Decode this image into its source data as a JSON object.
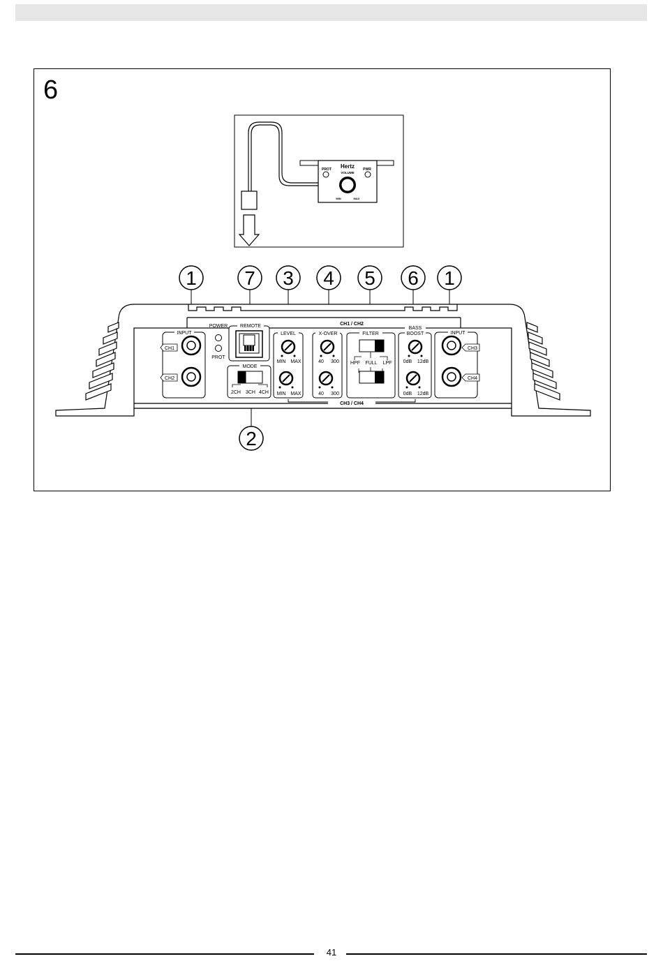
{
  "figure": {
    "number": "6"
  },
  "remote": {
    "brand": "Hertz",
    "prot": "PROT",
    "pwr": "PWR",
    "volume": "VOLUME",
    "min": "MIN",
    "max": "MAX"
  },
  "callouts": [
    "1",
    "7",
    "3",
    "4",
    "5",
    "6",
    "1",
    "2"
  ],
  "panel": {
    "top_label": "CH1 / CH2",
    "bottom_label": "CH3 / CH4",
    "input_left": "INPUT",
    "input_right": "INPUT",
    "ch1": "CH1",
    "ch2": "CH2",
    "ch3": "CH3",
    "ch4": "CH4",
    "power": "POWER",
    "prot": "PROT",
    "remote": "REMOTE",
    "mode": "MODE",
    "mode_2ch": "2CH",
    "mode_3ch": "3CH",
    "mode_4ch": "4CH",
    "level": "LEVEL",
    "level_min_1": "MIN",
    "level_max_1": "MAX",
    "level_min_2": "MIN",
    "level_max_2": "MAX",
    "xover": "X-OVER",
    "xover_40_1": "40",
    "xover_300_1": "300",
    "xover_40_2": "40",
    "xover_300_2": "300",
    "filter": "FILTER",
    "hpf": "HPF",
    "full": "FULL",
    "lpf": "LPF",
    "bass": "BASS",
    "boost": "BOOST",
    "bb_0db_1": "0dB",
    "bb_12db_1": "12dB",
    "bb_0db_2": "0dB",
    "bb_12db_2": "12dB"
  },
  "footer": {
    "page_number": "41"
  }
}
